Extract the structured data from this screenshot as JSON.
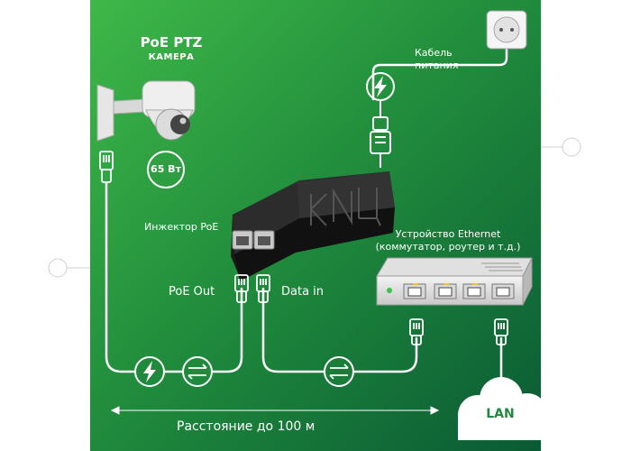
{
  "camera": {
    "title": "PoE PTZ",
    "subtitle": "КАМЕРА",
    "power_badge": "65 Вт"
  },
  "injector": {
    "label": "Инжектор PoE",
    "watermark": "КИЦ"
  },
  "ports": {
    "poe_out": "PoE Out",
    "data_in": "Data in"
  },
  "power_cable": {
    "line1": "Кабель",
    "line2": "питания"
  },
  "ethernet_device": {
    "line1": "Устройство Ethernet",
    "line2": "(коммутатор, роутер и т.д.)"
  },
  "network": {
    "cloud_label": "LAN"
  },
  "distance": {
    "label": "Расстояние до 100 м"
  },
  "colors": {
    "bg_light": "#3fb848",
    "bg_dark": "#0a5a34",
    "line": "#ffffff",
    "device": "#1e1e1e"
  }
}
